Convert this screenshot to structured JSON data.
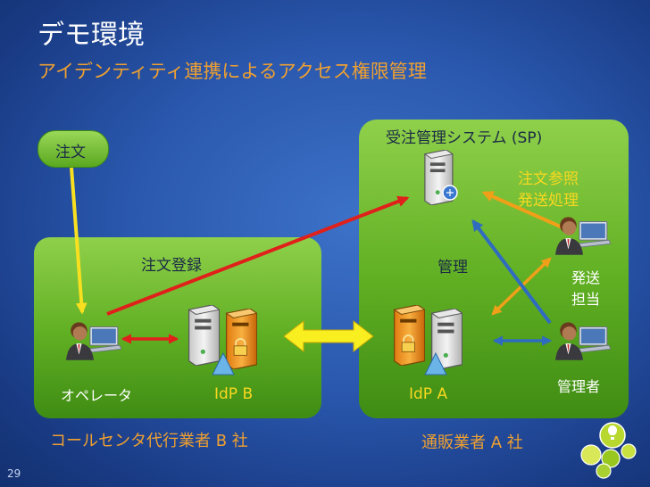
{
  "title": "デモ環境",
  "subtitle": "アイデンティティ連携によるアクセス権限管理",
  "order_box": "注文",
  "sp_title": "受注管理システム (SP)",
  "label_order_register": "注文登録",
  "label_manage": "管理",
  "label_order_ref_line1": "注文参照",
  "label_order_ref_line2": "発送処理",
  "label_shipping_line1": "発送",
  "label_shipping_line2": "担当",
  "label_admin": "管理者",
  "label_operator": "オペレータ",
  "label_idp_b": "IdP B",
  "label_idp_a": "IdP A",
  "caption_left": "コールセンタ代行業者 B 社",
  "caption_right": "通販業者 A 社",
  "page_number": "29",
  "icons": [
    "person-operator-icon",
    "person-shipping-icon",
    "person-admin-icon",
    "server-sp-icon",
    "server-idp-b-icon",
    "server-idp-a-icon",
    "lightbulb-logo-icon"
  ],
  "colors": {
    "panel": "#5fae22",
    "title": "#ffffff",
    "subtitle": "#f0a030",
    "arrow_red": "#e0201a",
    "arrow_yellow": "#f8e020",
    "arrow_orange": "#f0a018",
    "arrow_blue": "#2f6cc0"
  }
}
